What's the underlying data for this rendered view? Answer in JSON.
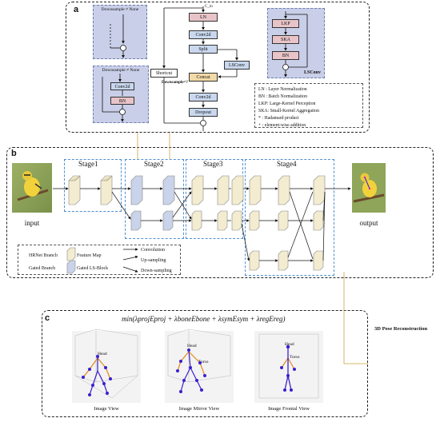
{
  "panel_a": {
    "label": "a",
    "downsample_none": "Downsample ≠ None",
    "downsample_none2": "Downsample ≠ None",
    "conv2d": "Conv2d",
    "bn": "BN",
    "shortcut": "Shortcut",
    "downsample_q": "Downsample=?",
    "cin": "C_in",
    "ln": "LN",
    "conv2d_a": "Conv2d",
    "split": "Split",
    "concat": "Concat",
    "lsconv": "LSConv",
    "conv2d_b": "Conv2d",
    "dropout": "Dropout",
    "lkp": "LKP",
    "ska": "SKA",
    "bn2": "BN",
    "lsconv_label": "LSConv",
    "legend": [
      "LN : Layer Normalization",
      "BN : Batch Normalization",
      "LKP: Large-Kernel Perception",
      "SKA: Small-Kernel Aggregation",
      "* : Hadamard product",
      "+ : element-wise addition"
    ]
  },
  "panel_b": {
    "label": "b",
    "stages": [
      "Stage1",
      "Stage2",
      "Stage3",
      "Stage4"
    ],
    "input": "input",
    "output": "output",
    "legend": {
      "hrnet": "HRNet Branch",
      "gated": "Gated Branch",
      "feature_map": "Feature Map",
      "gated_ls": "Gated LS-Block",
      "convolution": "Convolution",
      "upsampling": "Up-sampling",
      "downsampling": "Down-sampling"
    },
    "side_label": "3D Pose Reconstruction"
  },
  "panel_c": {
    "label": "c",
    "formula": "min(λprojEproj + λboneEbone + λsymEsym + λregEreg)",
    "views": [
      "Image View",
      "Image Mirror View",
      "Image Frontal View"
    ],
    "head": "Head",
    "torso": "Torso"
  },
  "colors": {
    "subblock": "#c9cfe8",
    "feature_map": "#f3ecd0",
    "gated_block": "#c9d3ea",
    "ln": "#e8c4c8",
    "concat": "#f2d9a8",
    "stage_border": "#4f8fd0",
    "skeleton": "#3a1fd0",
    "bones": "#e08a1a"
  }
}
